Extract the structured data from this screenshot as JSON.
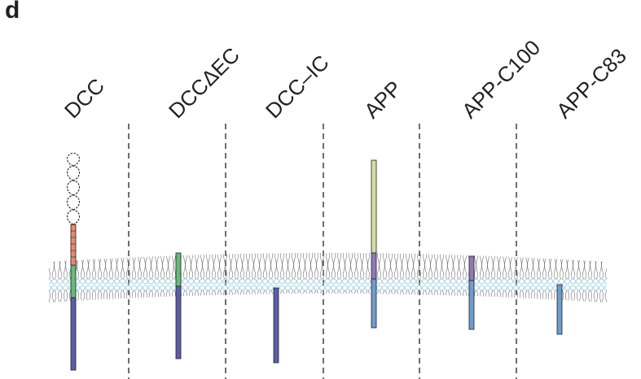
{
  "panel_label": "d",
  "constructs": [
    {
      "id": "dcc",
      "label": "DCC"
    },
    {
      "id": "dcc-delta-ec",
      "label": "DCCΔEC"
    },
    {
      "id": "dcc-ic",
      "label": "DCC–IC"
    },
    {
      "id": "app",
      "label": "APP"
    },
    {
      "id": "app-c100",
      "label": "APP-C100"
    },
    {
      "id": "app-c83",
      "label": "APP-C83"
    }
  ],
  "colors": {
    "membrane_head": "#a9d3e6",
    "membrane_tail": "#6d6e71",
    "dcc_intracellular": "#5a5ea8",
    "dcc_transmembrane": "#66bb7a",
    "dcc_fn3": "#e88a70",
    "ig_domain_outline": "#231f20",
    "app_extracellular": "#d2e0a3",
    "app_transmembrane": "#8e7bb8",
    "app_intracellular": "#6e9ccf",
    "divider": "#231f20",
    "text": "#231f20"
  }
}
